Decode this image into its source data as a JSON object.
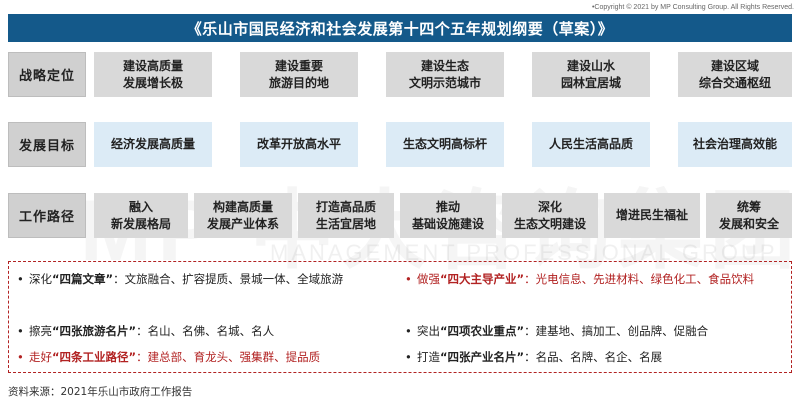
{
  "copyright": "•Copyright © 2021 by MP Consulting Group. All Rights Reserved.",
  "title": "《乐山市国民经济和社会发展第十四个五年规划纲要（草案）》",
  "watermark": {
    "big": "MP 中大咨询集团",
    "small": "MANAGEMENT PROFESSIONAL GROUP"
  },
  "rows": {
    "strategy": {
      "label": "战略定位",
      "cells": [
        "建设高质量\n发展增长极",
        "建设重要\n旅游目的地",
        "建设生态\n文明示范城市",
        "建设山水\n园林宜居城",
        "建设区域\n综合交通枢纽"
      ]
    },
    "goals": {
      "label": "发展目标",
      "cells": [
        "经济发展高质量",
        "改革开放高水平",
        "生态文明高标杆",
        "人民生活高品质",
        "社会治理高效能"
      ]
    },
    "paths": {
      "label": "工作路径",
      "cells": [
        "融入\n新发展格局",
        "构建高质量\n发展产业体系",
        "打造高品质\n生活宜居地",
        "推动\n基础设施建设",
        "深化\n生态文明建设",
        "增进民生福祉",
        "统筹\n发展和安全"
      ]
    }
  },
  "notes": {
    "left": [
      {
        "bullet": "•",
        "lead": "深化",
        "key": "“四篇文章”",
        "rest": "：文旅融合、扩容提质、景城一体、全域旅游",
        "red": false
      },
      {
        "bullet": "•",
        "lead": "擦亮",
        "key": "“四张旅游名片”",
        "rest": "：名山、名佛、名城、名人",
        "red": false
      },
      {
        "bullet": "•",
        "lead": "走好",
        "key": "“四条工业路径”",
        "rest": "：建总部、育龙头、强集群、提品质",
        "red": true
      }
    ],
    "right": [
      {
        "bullet": "•",
        "lead": "做强",
        "key": "“四大主导产业”",
        "rest": "：光电信息、先进材料、绿色化工、食品饮料",
        "red": true
      },
      {
        "bullet": "•",
        "lead": "突出",
        "key": "“四项农业重点”",
        "rest": "：建基地、搞加工、创品牌、促融合",
        "red": false
      },
      {
        "bullet": "•",
        "lead": "打造",
        "key": "“四张产业名片”",
        "rest": "：名品、名牌、名企、名展",
        "red": false
      }
    ]
  },
  "source": "资料来源：2021年乐山市政府工作报告"
}
